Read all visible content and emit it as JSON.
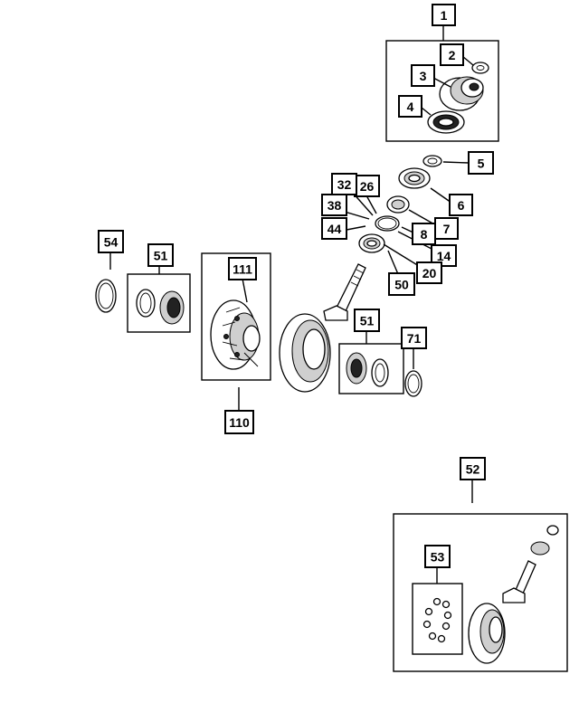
{
  "callouts": {
    "c1": "1",
    "c2": "2",
    "c3": "3",
    "c4": "4",
    "c5": "5",
    "c6": "6",
    "c7": "7",
    "c8": "8",
    "c14": "14",
    "c20": "20",
    "c26": "26",
    "c32": "32",
    "c38": "38",
    "c44": "44",
    "c50": "50",
    "c51a": "51",
    "c51b": "51",
    "c52": "52",
    "c53": "53",
    "c54": "54",
    "c71": "71",
    "c110": "110",
    "c111": "111"
  }
}
